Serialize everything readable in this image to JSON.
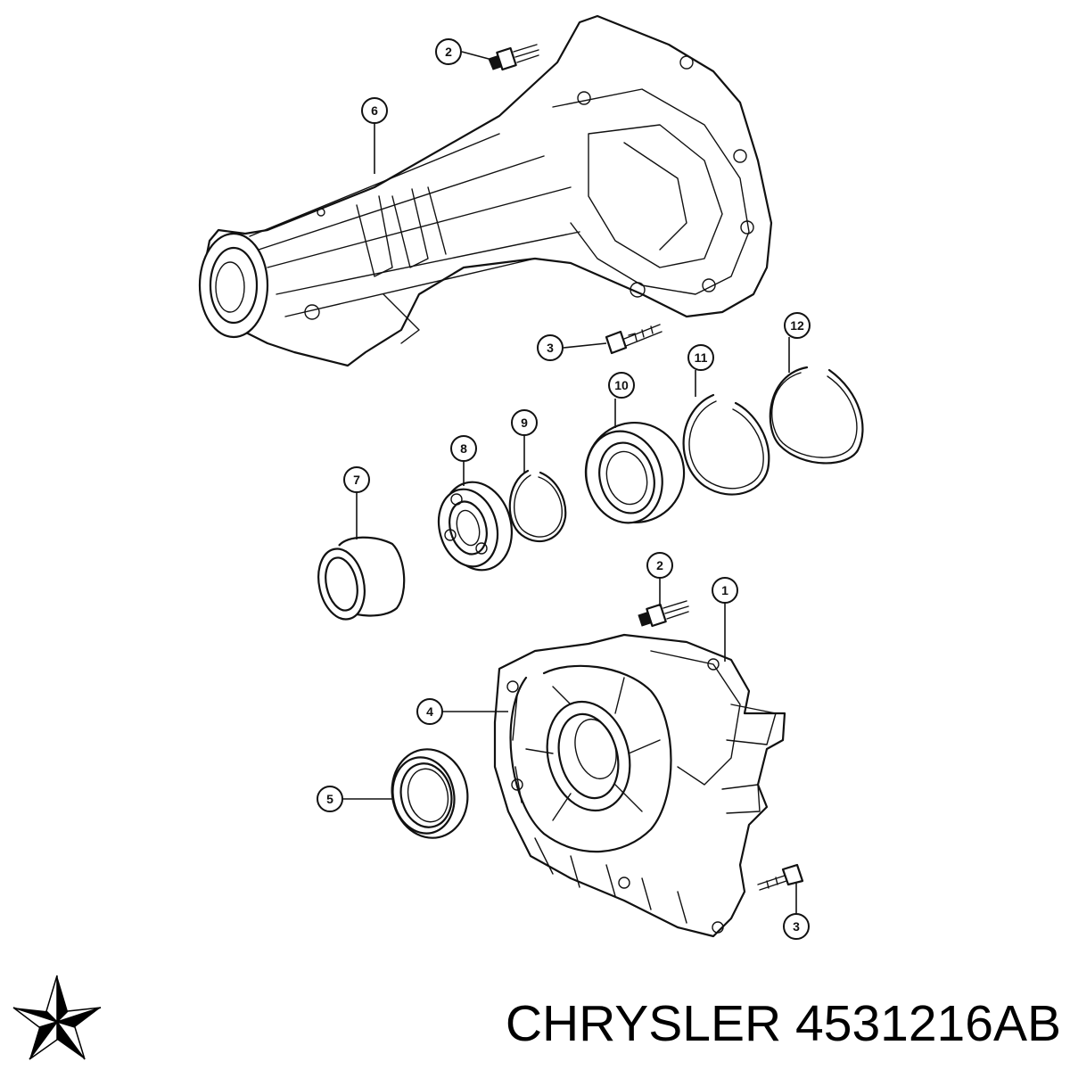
{
  "callouts": [
    {
      "id": "c2a",
      "label": "2"
    },
    {
      "id": "c6",
      "label": "6"
    },
    {
      "id": "c3a",
      "label": "3"
    },
    {
      "id": "c12",
      "label": "12"
    },
    {
      "id": "c11",
      "label": "11"
    },
    {
      "id": "c10",
      "label": "10"
    },
    {
      "id": "c9",
      "label": "9"
    },
    {
      "id": "c8",
      "label": "8"
    },
    {
      "id": "c7",
      "label": "7"
    },
    {
      "id": "c2b",
      "label": "2"
    },
    {
      "id": "c1",
      "label": "1"
    },
    {
      "id": "c4",
      "label": "4"
    },
    {
      "id": "c5",
      "label": "5"
    },
    {
      "id": "c3b",
      "label": "3"
    }
  ],
  "caption": {
    "brand": "CHRYSLER",
    "part_number": "4531216AB"
  },
  "logo": {
    "icon": "chrysler-pentastar-icon"
  }
}
